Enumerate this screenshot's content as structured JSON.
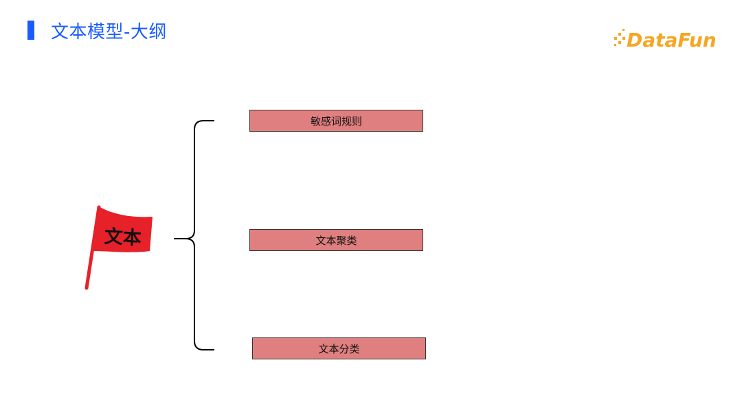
{
  "header": {
    "title": "文本模型-大纲",
    "accent_color": "#1a5cff"
  },
  "logo": {
    "text": "DataFun.",
    "color": "#f5a623"
  },
  "diagram": {
    "root": {
      "label": "文本",
      "icon": "red-flag-icon",
      "color": "#e62129"
    },
    "branches": [
      {
        "label": "敏感词规则"
      },
      {
        "label": "文本聚类"
      },
      {
        "label": "文本分类"
      }
    ],
    "box_color": "#e07f7f"
  }
}
